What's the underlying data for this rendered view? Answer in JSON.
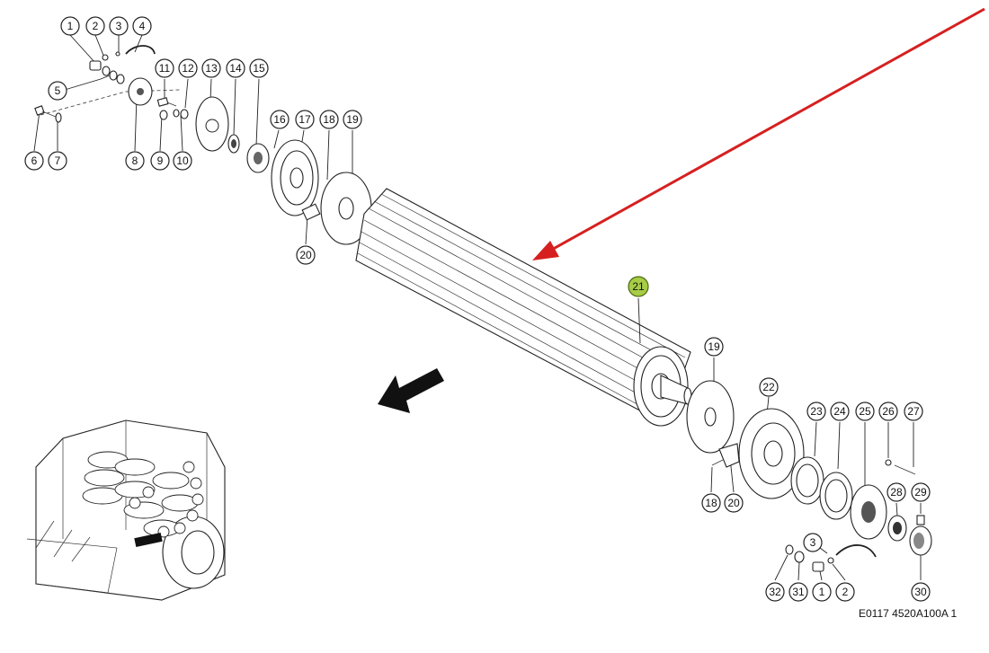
{
  "reference_code": "E0117 4520A100A 1",
  "highlight_color": "#a7cc45",
  "arrow_color": "#d62020",
  "callouts": {
    "c1": "1",
    "c2": "2",
    "c3": "3",
    "c4": "4",
    "c5": "5",
    "c6": "6",
    "c7": "7",
    "c8": "8",
    "c9": "9",
    "c10": "10",
    "c11": "11",
    "c12": "12",
    "c13": "13",
    "c14": "14",
    "c15": "15",
    "c16": "16",
    "c17": "17",
    "c18": "18",
    "c19": "19",
    "c20": "20",
    "c21": "21",
    "c19b": "19",
    "c22": "22",
    "c23": "23",
    "c24": "24",
    "c25": "25",
    "c26": "26",
    "c27": "27",
    "c18b": "18",
    "c20b": "20",
    "c28": "28",
    "c29": "29",
    "c30": "30",
    "c3b": "3",
    "c32": "32",
    "c31": "31",
    "c1b": "1",
    "c2b": "2"
  }
}
